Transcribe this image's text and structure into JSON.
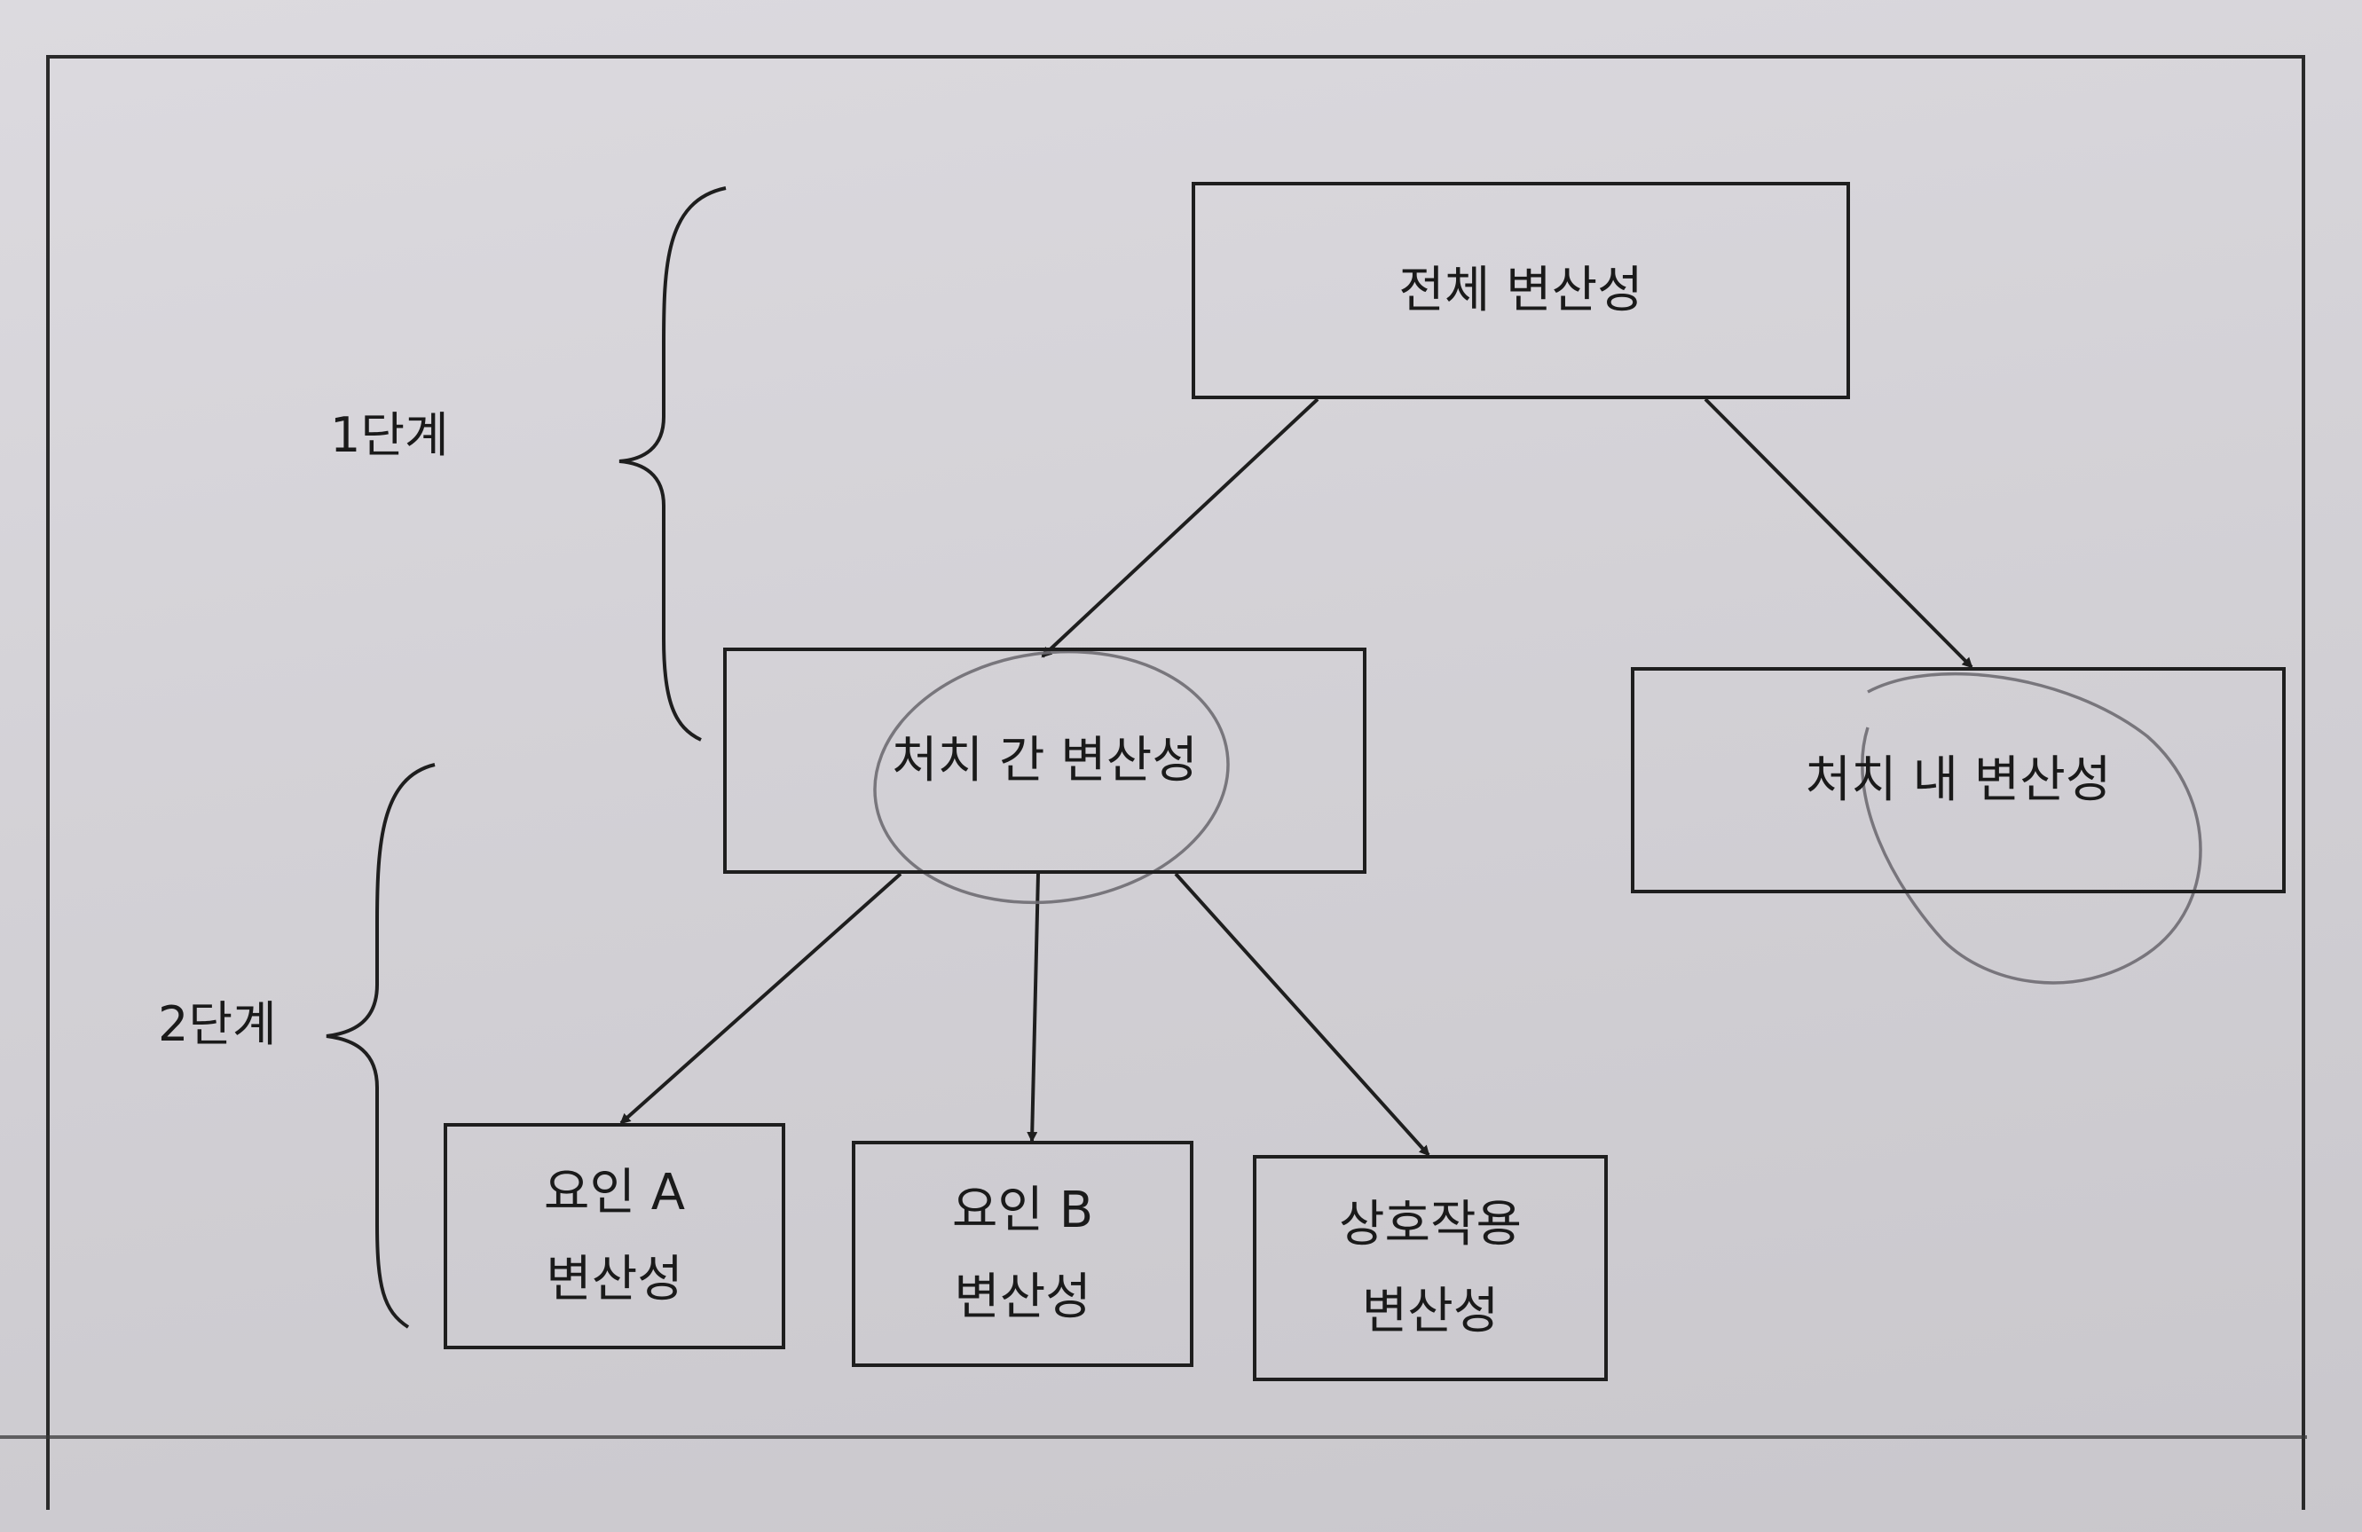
{
  "diagram": {
    "stages": [
      {
        "id": "stage1",
        "label": "1단계"
      },
      {
        "id": "stage2",
        "label": "2단계"
      }
    ],
    "nodes": [
      {
        "id": "total",
        "lines": [
          "전체 변산성"
        ]
      },
      {
        "id": "between",
        "lines": [
          "처치 간 변산성"
        ]
      },
      {
        "id": "within",
        "lines": [
          "처치 내 변산성"
        ]
      },
      {
        "id": "factorA",
        "lines": [
          "요인 A",
          "변산성"
        ]
      },
      {
        "id": "factorB",
        "lines": [
          "요인 B",
          "변산성"
        ]
      },
      {
        "id": "interaction",
        "lines": [
          "상호작용",
          "변산성"
        ]
      }
    ],
    "edges": [
      {
        "from": "total",
        "to": "between"
      },
      {
        "from": "total",
        "to": "within"
      },
      {
        "from": "between",
        "to": "factorA"
      },
      {
        "from": "between",
        "to": "factorB"
      },
      {
        "from": "between",
        "to": "interaction"
      }
    ],
    "colors": {
      "line": "#1e1e1e",
      "pencil": "#6e6c72"
    }
  }
}
